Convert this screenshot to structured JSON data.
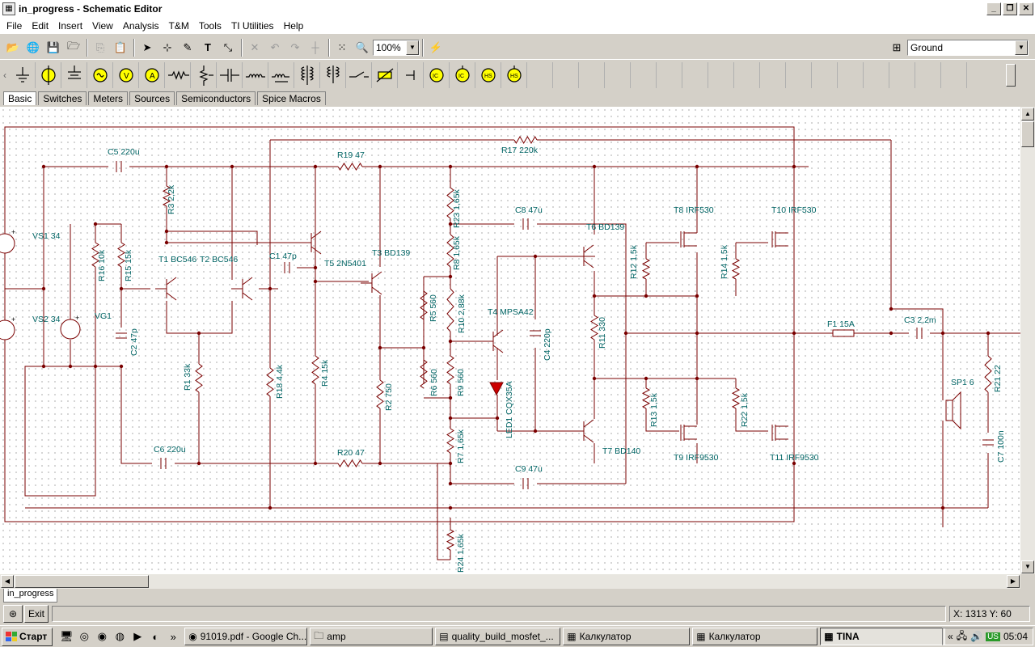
{
  "window": {
    "title": "in_progress - Schematic Editor",
    "controls": [
      "_",
      "❐",
      "✕"
    ]
  },
  "menu": [
    "File",
    "Edit",
    "Insert",
    "View",
    "Analysis",
    "T&M",
    "Tools",
    "TI Utilities",
    "Help"
  ],
  "toolbar": {
    "zoom": "100%",
    "node_select": "Ground"
  },
  "component_tabs": [
    "Basic",
    "Switches",
    "Meters",
    "Sources",
    "Semiconductors",
    "Spice Macros"
  ],
  "component_icons": [
    "ground-icon",
    "battery-icon",
    "dc-voltage-icon",
    "ammeter-icon",
    "voltmeter-icon",
    "current-meter-icon",
    "resistor-icon",
    "potentiometer-icon",
    "capacitor-icon",
    "inductor-icon",
    "variable-inductor-icon",
    "transformer-icon",
    "transformer2-icon",
    "switch-icon",
    "ldr-icon",
    "terminal-icon",
    "ic-source-icon",
    "ic-source2-icon",
    "hs-icon",
    "hs2-icon"
  ],
  "schematic": {
    "colors": {
      "wire": "#7a0000",
      "label": "#006464",
      "frame": "#7a0000"
    },
    "labels": [
      "C5 220u",
      "R19 47",
      "R17 220k",
      "R3 2,2k",
      "R23 1,65k",
      "C8 47u",
      "T8 IRF530",
      "T10 IRF530",
      "VS1 34",
      "T6 BD139",
      "R8 1,65k",
      "R12 1,5k",
      "R14 1,5k",
      "C1 47p",
      "T3 BD139",
      "R16 10k",
      "R15 15k",
      "T1 BC546",
      "T2 BC546",
      "T5 2N5401",
      "R5 560",
      "R10 2,88k",
      "VS2 34",
      "VG1",
      "C2 47p",
      "T4 MPSA42",
      "C4 220p",
      "R11 330",
      "F1 15A",
      "C3 2,2m",
      "R1 33k",
      "R18 4,4k",
      "R4 15k",
      "R2 750",
      "R6 560",
      "R9 560",
      "LED1 CQX35A",
      "SP1 6",
      "R21 22",
      "R13 1,5k",
      "R22 1,5k",
      "T7 BD140",
      "T9 IRF9530",
      "T11 IRF9530",
      "R7 1,65k",
      "C6 220u",
      "R20 47",
      "C9 47u",
      "C7 100n",
      "R24 1,65k"
    ]
  },
  "document_tab": "in_progress",
  "status": {
    "exit_label": "Exit",
    "coords": "X: 1313  Y: 60"
  },
  "taskbar": {
    "start": "Старт",
    "tasks": [
      "91019.pdf - Google Ch...",
      "amp",
      "quality_build_mosfet_...",
      "Калкулатор",
      "Калкулатор",
      "TINA"
    ],
    "tray": {
      "lang": "US",
      "time": "05:04"
    }
  }
}
